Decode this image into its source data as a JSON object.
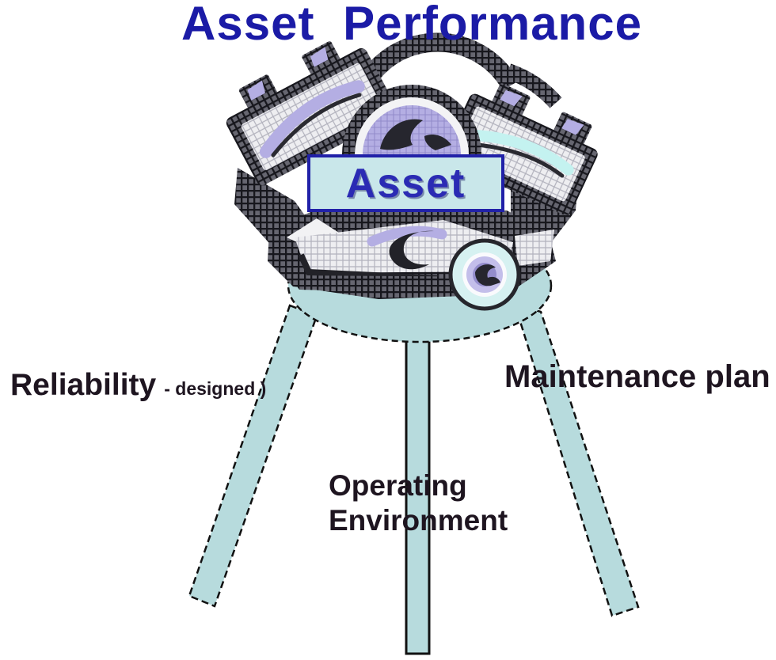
{
  "page": {
    "title": "Asset Performance"
  },
  "asset_box": {
    "label": "Asset"
  },
  "stool": {
    "legs": [
      {
        "name": "reliability",
        "position": "left",
        "label": "Reliability",
        "annotation": "- designed )"
      },
      {
        "name": "operating-environment",
        "position": "middle",
        "label_line1": "Operating",
        "label_line2": "Environment"
      },
      {
        "name": "maintenance-plan",
        "position": "right",
        "label": "Maintenance plan"
      }
    ]
  },
  "colors": {
    "title_text": "#1b1ba6",
    "label_text": "#1e1520",
    "asset_box_fill": "#c9e7ea",
    "asset_box_border": "#2121a8",
    "asset_box_text": "#2b2bb4",
    "stool_fill": "#b7dbdd",
    "stool_outline": "#111111",
    "engine_lavender": "#b4aee3",
    "engine_cyan_highlight": "#c4f2f0",
    "pulley_ring": "#d6f1f1"
  }
}
